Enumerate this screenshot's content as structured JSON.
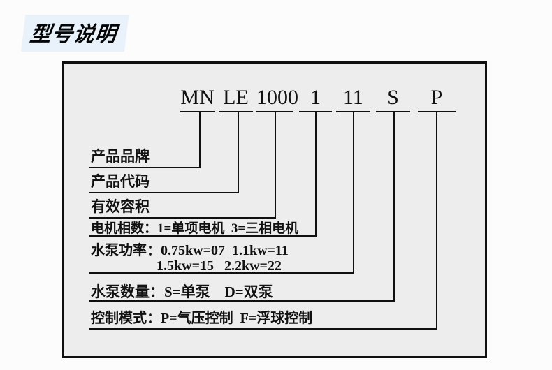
{
  "title": "型号说明",
  "diagram": {
    "code": {
      "parts": [
        "MN",
        "LE",
        "1000",
        "1",
        "11",
        "S",
        "P"
      ]
    },
    "rows": [
      {
        "text": "产品品牌"
      },
      {
        "text": "产品代码"
      },
      {
        "text": "有效容积"
      },
      {
        "text": "电机相数：1=单项电机  3=三相电机"
      },
      {
        "text": "水泵功率：0.75kw=07  1.1kw=11",
        "text2": "1.5kw=15   2.2kw=22"
      },
      {
        "text": "水泵数量：S=单泵    D=双泵"
      },
      {
        "text": "控制模式：P=气压控制  F=浮球控制"
      }
    ],
    "colors": {
      "line": "#101010",
      "box_background": "#ededee",
      "page_background": "#fcfcfd",
      "title_highlight": "#e9f2fa",
      "text": "#111111"
    }
  }
}
